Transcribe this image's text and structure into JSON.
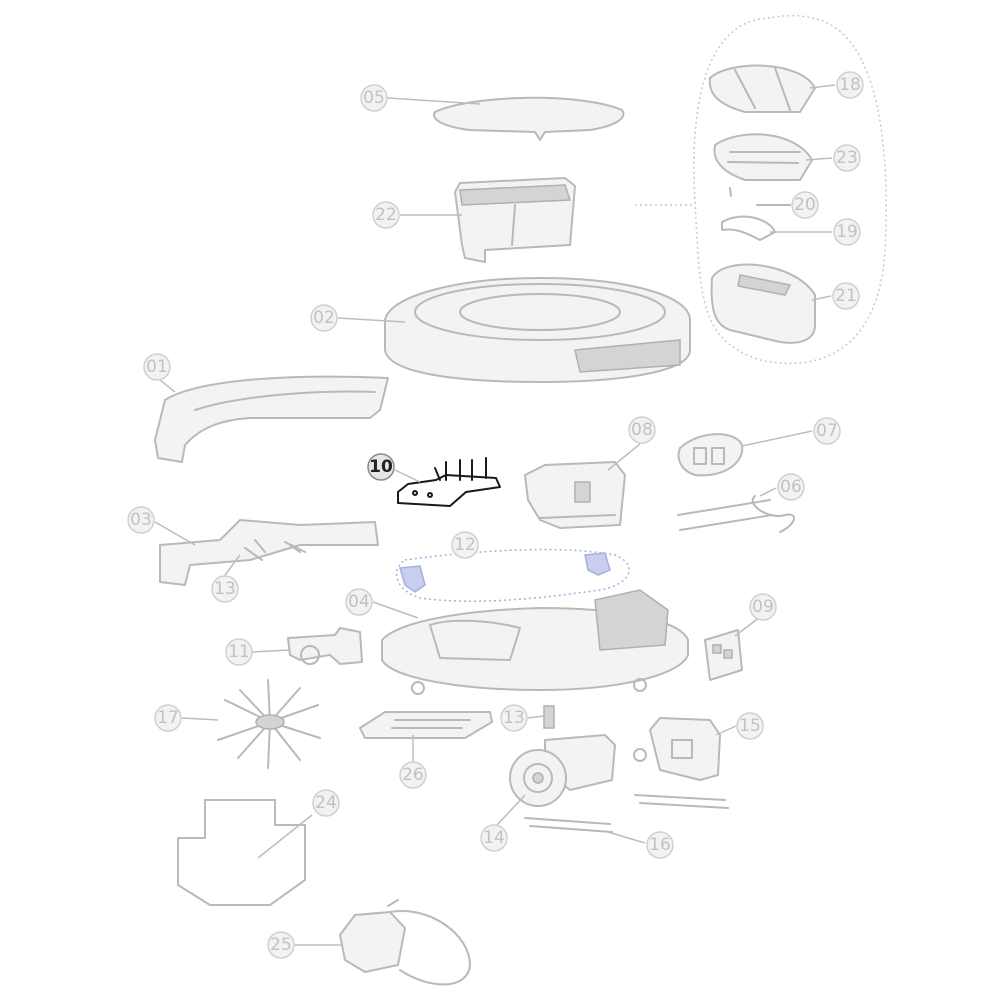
{
  "diagram": {
    "highlighted_part": "10",
    "callouts": [
      "05",
      "22",
      "02",
      "01",
      "10",
      "08",
      "07",
      "06",
      "03",
      "13",
      "12",
      "04",
      "09",
      "11",
      "17",
      "26",
      "15",
      "14",
      "16",
      "24",
      "25",
      "18",
      "23",
      "20",
      "19",
      "21"
    ]
  },
  "colors": {
    "faded_line": "#b9b9b9",
    "highlight_line": "#1a1a1a",
    "belt": "#a7aee0"
  }
}
